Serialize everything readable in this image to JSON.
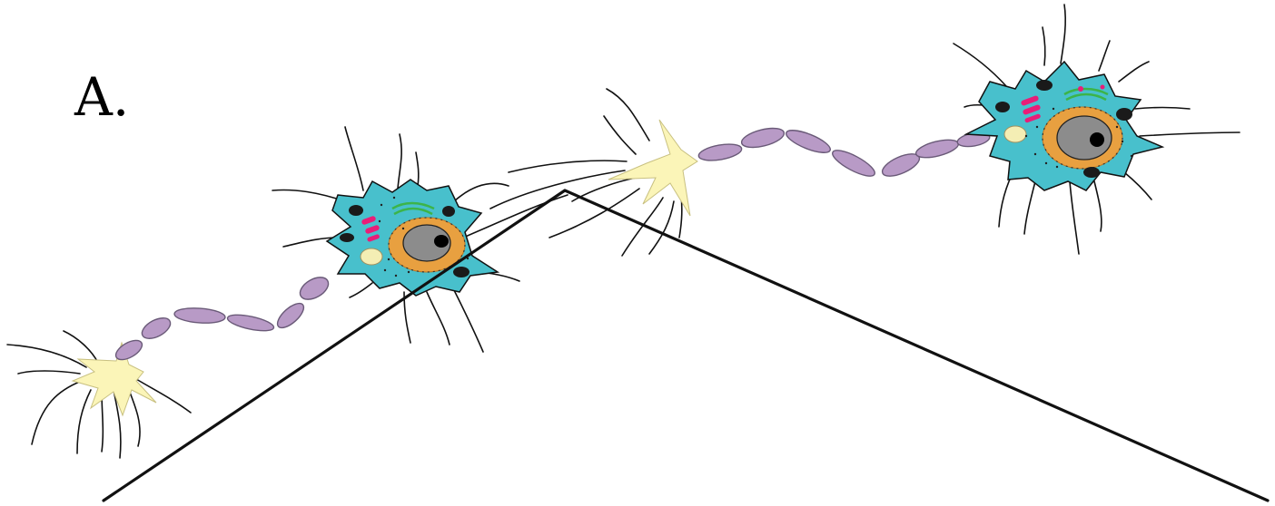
{
  "panel_label": "A.",
  "colors": {
    "cytoplasm": "#48c0cc",
    "nucleus_envelope": "#e8a040",
    "nucleus": "#8c8c8c",
    "nucleolus": "#000000",
    "golgi": "#e81e78",
    "rough_er": "#3cb44a",
    "mitochondria": "#1a1a1a",
    "vesicle": "#f4eeb4",
    "myelin": "#b89ac6",
    "axon_terminal": "#fbf5b8",
    "outline": "#111111",
    "lines": "#111111"
  },
  "components": [
    "cell-body-left",
    "cell-body-right",
    "myelinated-axon-left",
    "myelinated-axon-right",
    "axon-terminal-left",
    "axon-terminal-middle",
    "zoom-lines"
  ]
}
